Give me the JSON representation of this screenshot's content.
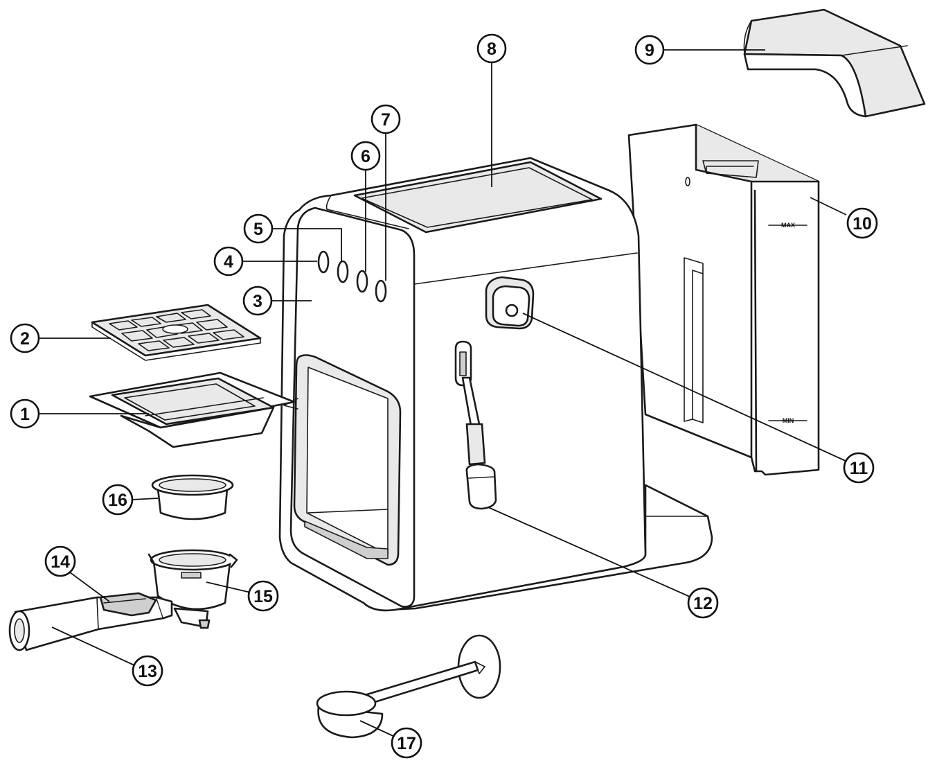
{
  "callouts": [
    "1",
    "2",
    "3",
    "4",
    "5",
    "6",
    "7",
    "8",
    "9",
    "10",
    "11",
    "12",
    "13",
    "14",
    "15",
    "16",
    "17"
  ],
  "tank_marks": {
    "max": "MAX",
    "min": "MIN"
  }
}
